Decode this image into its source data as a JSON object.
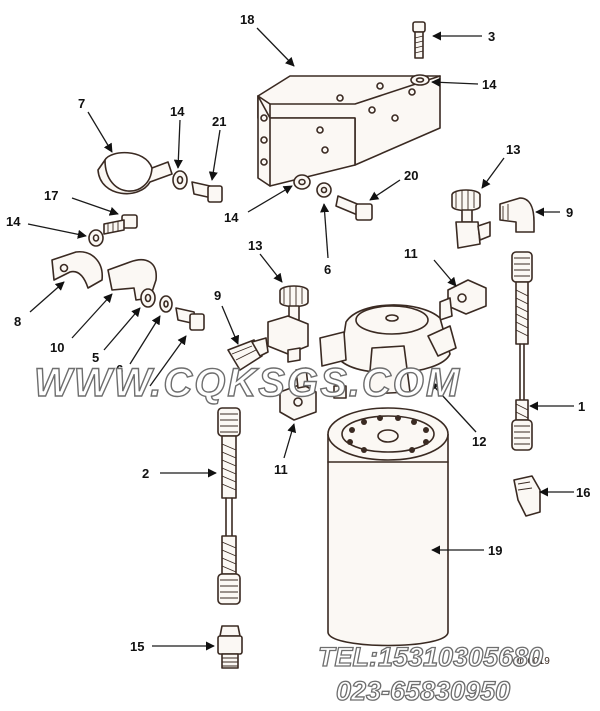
{
  "callouts": {
    "c18": "18",
    "c3": "3",
    "c14a": "14",
    "c7": "7",
    "c14b": "14",
    "c21": "21",
    "c17": "17",
    "c14c": "14",
    "c14d": "14",
    "c20": "20",
    "c6a": "6",
    "c13a": "13",
    "c9a": "9",
    "c11a": "11",
    "c13b": "13",
    "c9b": "9",
    "c8": "8",
    "c10": "10",
    "c5": "5",
    "c6b": "6",
    "c1": "1",
    "c12": "12",
    "c11b": "11",
    "c2": "2",
    "c16": "16",
    "c19": "19",
    "c15": "15"
  },
  "watermark": {
    "site": "WWW.CQKSGS.COM",
    "tel": "TEL:15310305680",
    "phone": "023-65830950"
  },
  "drawing_code": "wm0019"
}
